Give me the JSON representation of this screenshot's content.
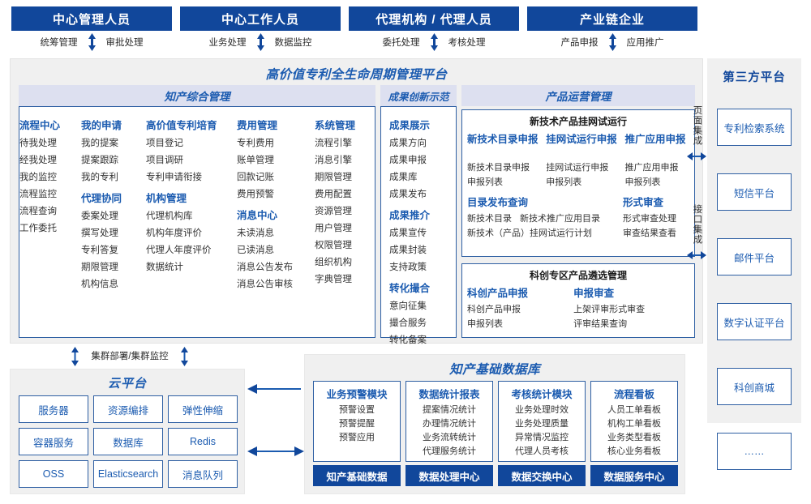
{
  "colors": {
    "headerBlue": "#11479b",
    "accentBlue": "#1b5bb0",
    "borderBlue": "#2e5fa3",
    "panelGrey": "#f0f0f0",
    "groupHeadBg": "#dde0f0"
  },
  "roles": [
    {
      "title": "中心管理人员",
      "flows": [
        "统筹管理",
        "审批处理"
      ]
    },
    {
      "title": "中心工作人员",
      "flows": [
        "业务处理",
        "数据监控"
      ]
    },
    {
      "title": "代理机构 / 代理人员",
      "flows": [
        "委托处理",
        "考核处理"
      ]
    },
    {
      "title": "产业链企业",
      "flows": [
        "产品申报",
        "应用推广"
      ]
    }
  ],
  "platform": {
    "title": "高价值专利全生命周期管理平台",
    "groups": {
      "zhichan": {
        "title": "知产综合管理",
        "columns": [
          {
            "blocks": [
              {
                "cat": "流程中心",
                "items": [
                  "待我处理",
                  "经我处理",
                  "我的监控",
                  "流程监控",
                  "流程查询",
                  "工作委托"
                ]
              }
            ]
          },
          {
            "blocks": [
              {
                "cat": "我的申请",
                "items": [
                  "我的提案",
                  "提案跟踪",
                  "我的专利"
                ]
              },
              {
                "cat": "代理协同",
                "items": [
                  "委案处理",
                  "撰写处理",
                  "专利答复",
                  "期限管理",
                  "机构信息"
                ]
              }
            ]
          },
          {
            "blocks": [
              {
                "cat": "高价值专利培育",
                "items": [
                  "项目登记",
                  "项目调研",
                  "专利申请衔接"
                ]
              },
              {
                "cat": "机构管理",
                "items": [
                  "代理机构库",
                  "机构年度评价",
                  "代理人年度评价",
                  "数据统计"
                ]
              }
            ]
          },
          {
            "blocks": [
              {
                "cat": "费用管理",
                "items": [
                  "专利费用",
                  "账单管理",
                  "回款记账",
                  "费用预警"
                ]
              },
              {
                "cat": "消息中心",
                "items": [
                  "未读消息",
                  "已读消息",
                  "消息公告发布",
                  "消息公告审核"
                ]
              }
            ]
          },
          {
            "blocks": [
              {
                "cat": "系统管理",
                "items": [
                  "流程引擎",
                  "消息引擎",
                  "期限管理",
                  "费用配置",
                  "资源管理",
                  "用户管理",
                  "权限管理",
                  "组织机构",
                  "字典管理"
                ]
              }
            ]
          }
        ]
      },
      "chengguo": {
        "title": "成果创新示范",
        "columns": [
          {
            "blocks": [
              {
                "cat": "成果展示",
                "items": [
                  "成果方向",
                  "成果申报",
                  "成果库",
                  "成果发布"
                ]
              },
              {
                "cat": "成果推介",
                "items": [
                  "成果宣传",
                  "成果封装",
                  "支持政策"
                ]
              },
              {
                "cat": "转化撮合",
                "items": [
                  "意向征集",
                  "撮合服务",
                  "转化备案"
                ]
              }
            ]
          }
        ]
      },
      "chanpin": {
        "title": "产品运营管理",
        "sub1": {
          "title": "新技术产品挂网试运行",
          "row1": [
            {
              "cat": "新技术目录申报",
              "items": [
                "新技术目录申报",
                "申报列表"
              ]
            },
            {
              "cat": "挂网试运行申报",
              "items": [
                "挂网试运行申报",
                "申报列表"
              ]
            },
            {
              "cat": "推广应用申报",
              "items": [
                "推广应用申报",
                "申报列表"
              ]
            }
          ],
          "row2_left": {
            "cat": "目录发布查询",
            "items": [
              "新技术目录",
              "新技术推广应用目录",
              "新技术（产品）挂网试运行计划"
            ]
          },
          "row2_right": {
            "cat": "形式审查",
            "items": [
              "形式审查处理",
              "审查结果查看"
            ]
          }
        },
        "sub2": {
          "title": "科创专区产品遴选管理",
          "cols": [
            {
              "cat": "科创产品申报",
              "items": [
                "科创产品申报",
                "申报列表"
              ]
            },
            {
              "cat": "申报审查",
              "items": [
                "上架评审形式审查",
                "评审结果查询"
              ]
            }
          ]
        }
      }
    }
  },
  "integration": {
    "labels": [
      "页面集成",
      "接口集成"
    ]
  },
  "third_party": {
    "title": "第三方平台",
    "items": [
      "专利检索系统",
      "短信平台",
      "邮件平台",
      "数字认证平台",
      "科创商城",
      "……"
    ]
  },
  "cluster_label": "集群部署/集群监控",
  "cloud": {
    "title": "云平台",
    "cells": [
      "服务器",
      "资源编排",
      "弹性伸缩",
      "容器服务",
      "数据库",
      "Redis",
      "OSS",
      "Elasticsearch",
      "消息队列"
    ]
  },
  "database": {
    "title": "知产基础数据库",
    "columns": [
      {
        "head": "业务预警模块",
        "items": [
          "预警设置",
          "预警提醒",
          "预警应用"
        ],
        "foot": "知产基础数据"
      },
      {
        "head": "数据统计报表",
        "items": [
          "提案情况统计",
          "办理情况统计",
          "业务流转统计",
          "代理服务统计"
        ],
        "foot": "数据处理中心"
      },
      {
        "head": "考核统计模块",
        "items": [
          "业务处理时效",
          "业务处理质量",
          "异常情况监控",
          "代理人员考核"
        ],
        "foot": "数据交换中心"
      },
      {
        "head": "流程看板",
        "items": [
          "人员工单看板",
          "机构工单看板",
          "业务类型看板",
          "核心业务看板"
        ],
        "foot": "数据服务中心"
      }
    ]
  },
  "icons": {
    "vertical_double_arrow": "vertical-double-arrow-icon",
    "horizontal_double_arrow": "horizontal-double-arrow-icon",
    "left_arrow": "left-arrow-icon"
  }
}
